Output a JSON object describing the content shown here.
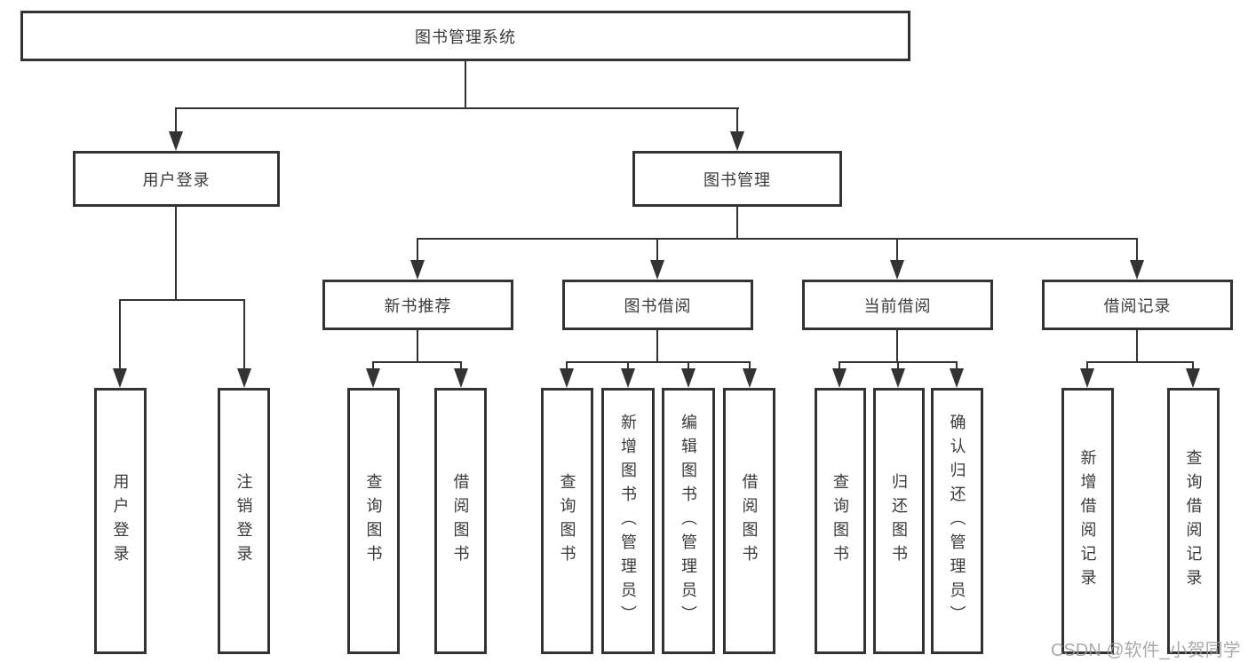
{
  "diagram": {
    "root": {
      "label": "图书管理系统"
    },
    "branches": [
      {
        "label": "用户登录",
        "children": [
          {
            "label": "用户登录"
          },
          {
            "label": "注销登录"
          }
        ]
      },
      {
        "label": "图书管理",
        "groups": [
          {
            "label": "新书推荐",
            "children": [
              {
                "label": "查询图书"
              },
              {
                "label": "借阅图书"
              }
            ]
          },
          {
            "label": "图书借阅",
            "children": [
              {
                "label": "查询图书"
              },
              {
                "label": "新增图书（管理员）"
              },
              {
                "label": "编辑图书（管理员）"
              },
              {
                "label": "借阅图书"
              }
            ]
          },
          {
            "label": "当前借阅",
            "children": [
              {
                "label": "查询图书"
              },
              {
                "label": "归还图书"
              },
              {
                "label": "确认归还（管理员）"
              }
            ]
          },
          {
            "label": "借阅记录",
            "children": [
              {
                "label": "新增借阅记录"
              },
              {
                "label": "查询借阅记录"
              }
            ]
          }
        ]
      }
    ],
    "watermark": "CSDN @软件_小贺同学",
    "colors": {
      "line": "#333333",
      "box_background": "#ffffff",
      "text": "#3a3a3a",
      "watermark": "#9b9b9b"
    }
  }
}
